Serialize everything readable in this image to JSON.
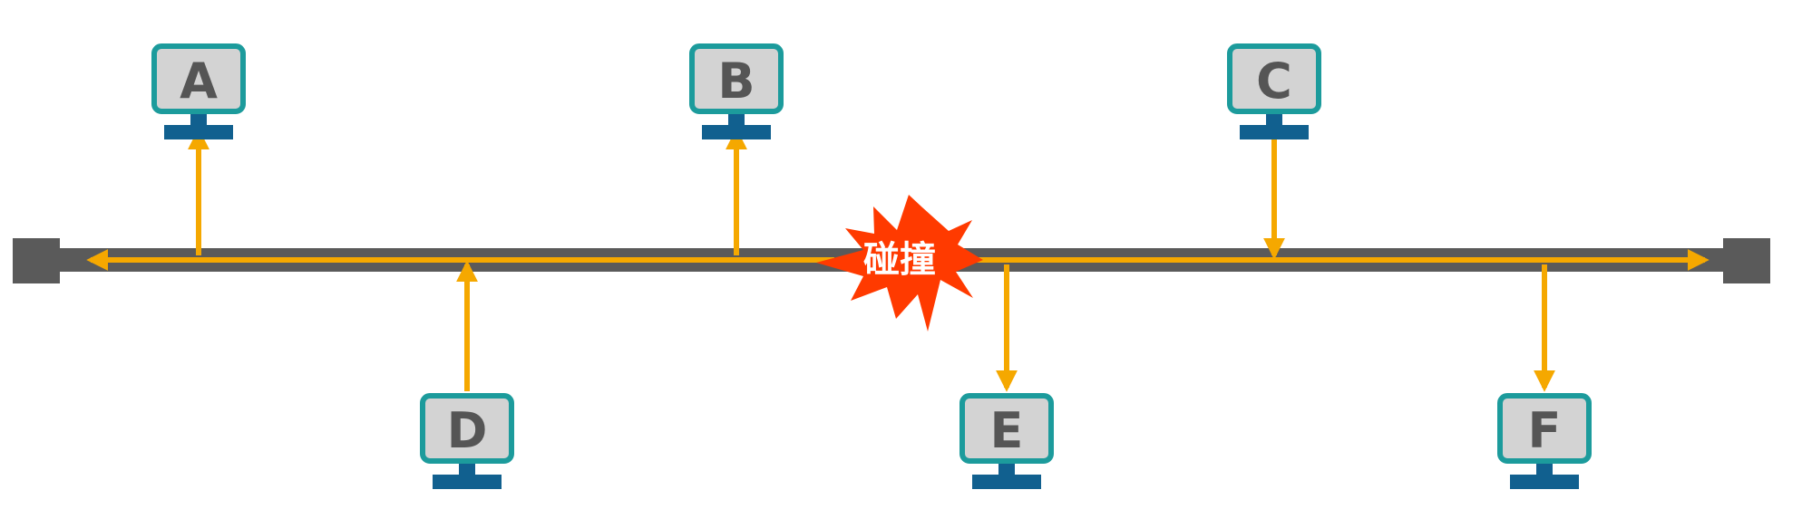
{
  "hosts": [
    {
      "id": "host-a",
      "label": "A"
    },
    {
      "id": "host-b",
      "label": "B"
    },
    {
      "id": "host-c",
      "label": "C"
    },
    {
      "id": "host-d",
      "label": "D"
    },
    {
      "id": "host-e",
      "label": "E"
    },
    {
      "id": "host-f",
      "label": "F"
    }
  ],
  "collision": {
    "label": "碰撞"
  },
  "colors": {
    "bus": "#5a5a5a",
    "signal": "#f5a800",
    "monitor_border": "#1c9b9c",
    "monitor_fill": "#d3d3d3",
    "stand": "#11608f",
    "label": "#555555",
    "burst": "#ff3a00",
    "burst_text": "#ffffff"
  }
}
